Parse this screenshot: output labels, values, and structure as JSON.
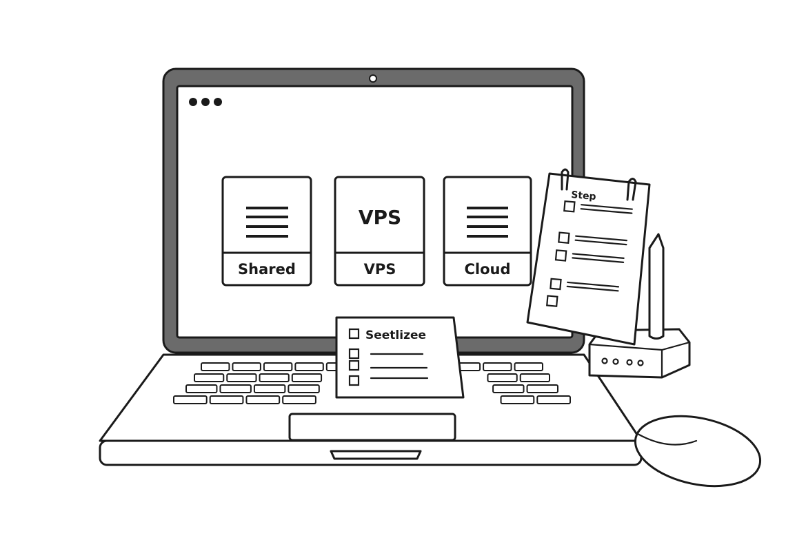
{
  "screen": {
    "cards": [
      {
        "icon": "lines-icon",
        "label": "Shared"
      },
      {
        "heading": "VPS",
        "label": "VPS"
      },
      {
        "icon": "lines-icon",
        "label": "Cloud"
      }
    ]
  },
  "note_card": {
    "title": "Seetlizee"
  },
  "notepad": {
    "title": "Step"
  },
  "colors": {
    "ink": "#1a1a1a",
    "bezel": "#6b6b6b",
    "paper": "#ffffff"
  }
}
